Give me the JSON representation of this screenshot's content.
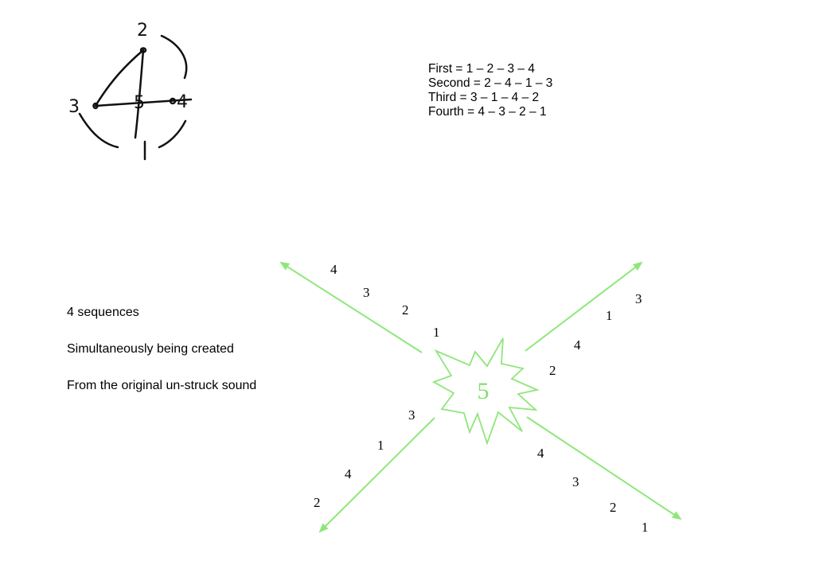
{
  "sketch": {
    "labels": [
      "1",
      "2",
      "3",
      "4",
      "5"
    ]
  },
  "sequences": [
    "First = 1 – 2 – 3 – 4",
    "Second = 2 – 4 – 1 – 3",
    "Third = 3 – 1 – 4 – 2",
    "Fourth = 4 – 3 – 2 – 1"
  ],
  "notes": [
    "4 sequences",
    "Simultaneously being created",
    "From the original un-struck sound"
  ],
  "center": {
    "label": "5",
    "color": "#7ee06a"
  },
  "arms": {
    "upper_left": [
      "4",
      "3",
      "2",
      "1"
    ],
    "upper_right": [
      "3",
      "1",
      "4",
      "2"
    ],
    "lower_left": [
      "3",
      "1",
      "4",
      "2"
    ],
    "lower_right": [
      "4",
      "3",
      "2",
      "1"
    ]
  },
  "colors": {
    "arrow": "#8fe67a"
  }
}
